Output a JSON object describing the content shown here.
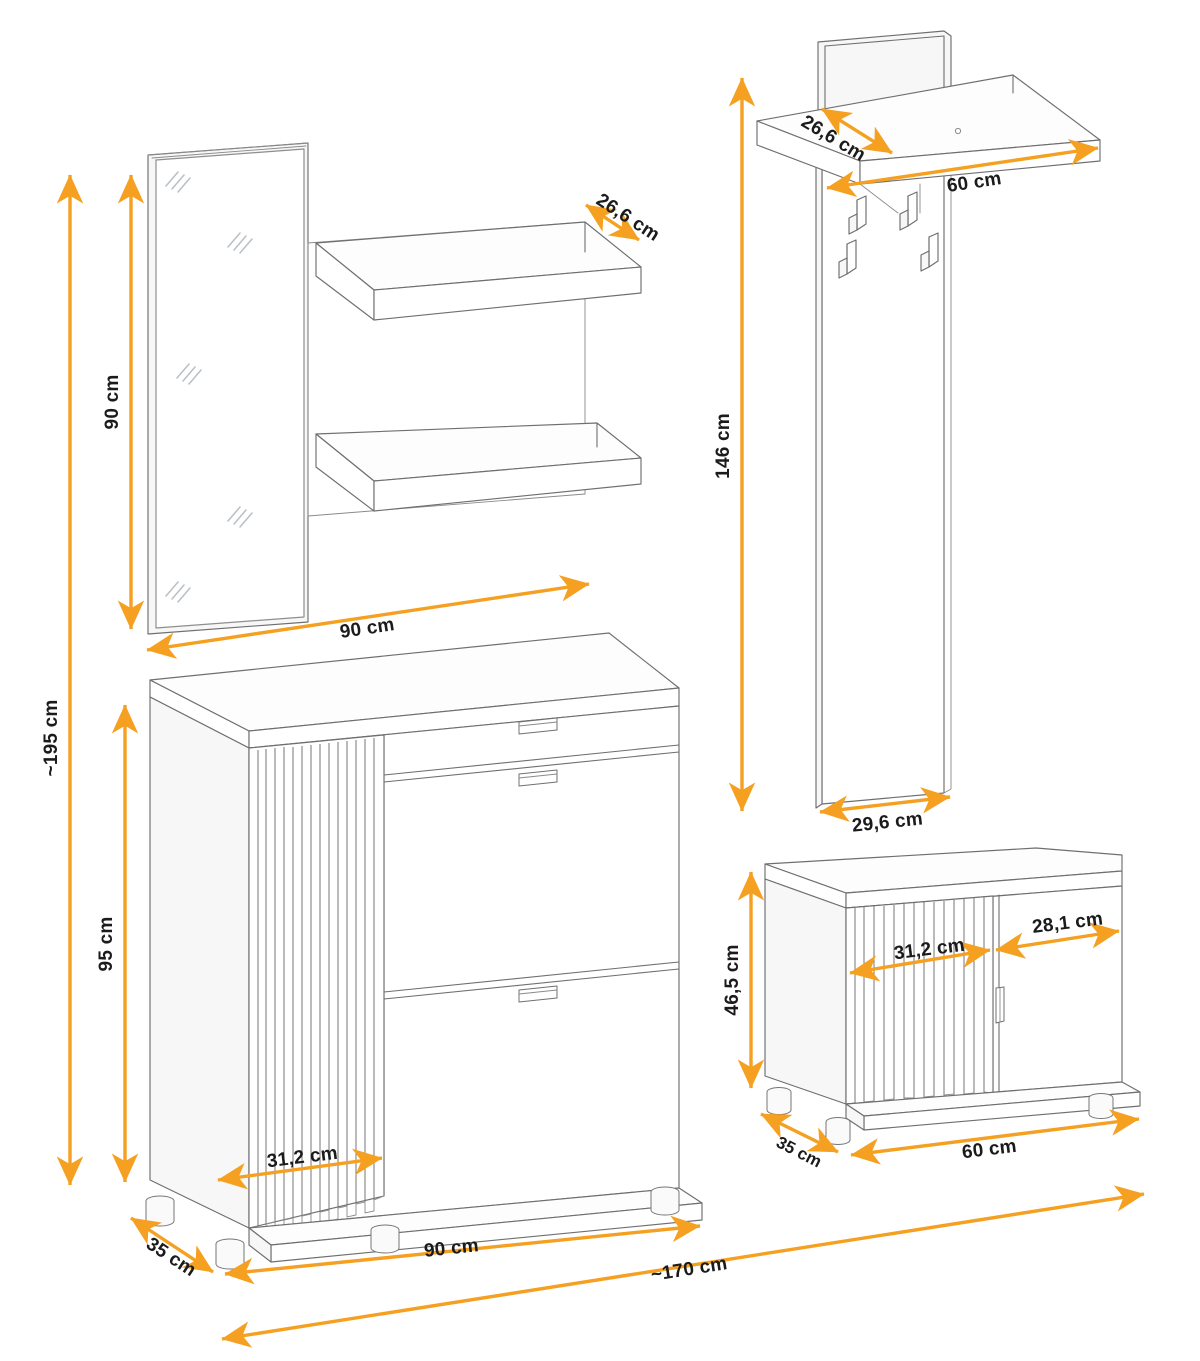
{
  "drawing": {
    "title": "Hallway Furniture Set Dimension Drawing",
    "unit": "cm",
    "accent_color": "#f5a020",
    "line_color": "#6f6f6f",
    "background_color": "#ffffff"
  },
  "dimensions": {
    "overall_height": "~195 cm",
    "overall_width": "~170 cm",
    "mirror_panel_height": "90 cm",
    "mirror_shelf_unit_width": "90 cm",
    "shelf_depth": "26,6 cm",
    "coat_panel_height": "146 cm",
    "coat_panel_width": "29,6 cm",
    "coat_shelf_depth": "26,6 cm",
    "coat_shelf_width": "60 cm",
    "tall_cabinet_height": "95 cm",
    "tall_cabinet_width": "90 cm",
    "tall_cabinet_depth": "35 cm",
    "tall_cabinet_fluted_width": "31,2 cm",
    "low_cabinet_height": "46,5 cm",
    "low_cabinet_width": "60 cm",
    "low_cabinet_depth": "35 cm",
    "low_cabinet_fluted_door": "31,2 cm",
    "low_cabinet_plain_door": "28,1 cm"
  },
  "items": {
    "mirror_panel": "Wall mirror panel",
    "wall_shelves": "Two wall shelves",
    "coat_rack_panel": "Coat rack panel with hooks",
    "coat_rack_shelf": "Coat rack top shelf",
    "tall_cabinet": "Shoe cabinet with drawers",
    "low_cabinet": "Low cabinet with two doors"
  }
}
